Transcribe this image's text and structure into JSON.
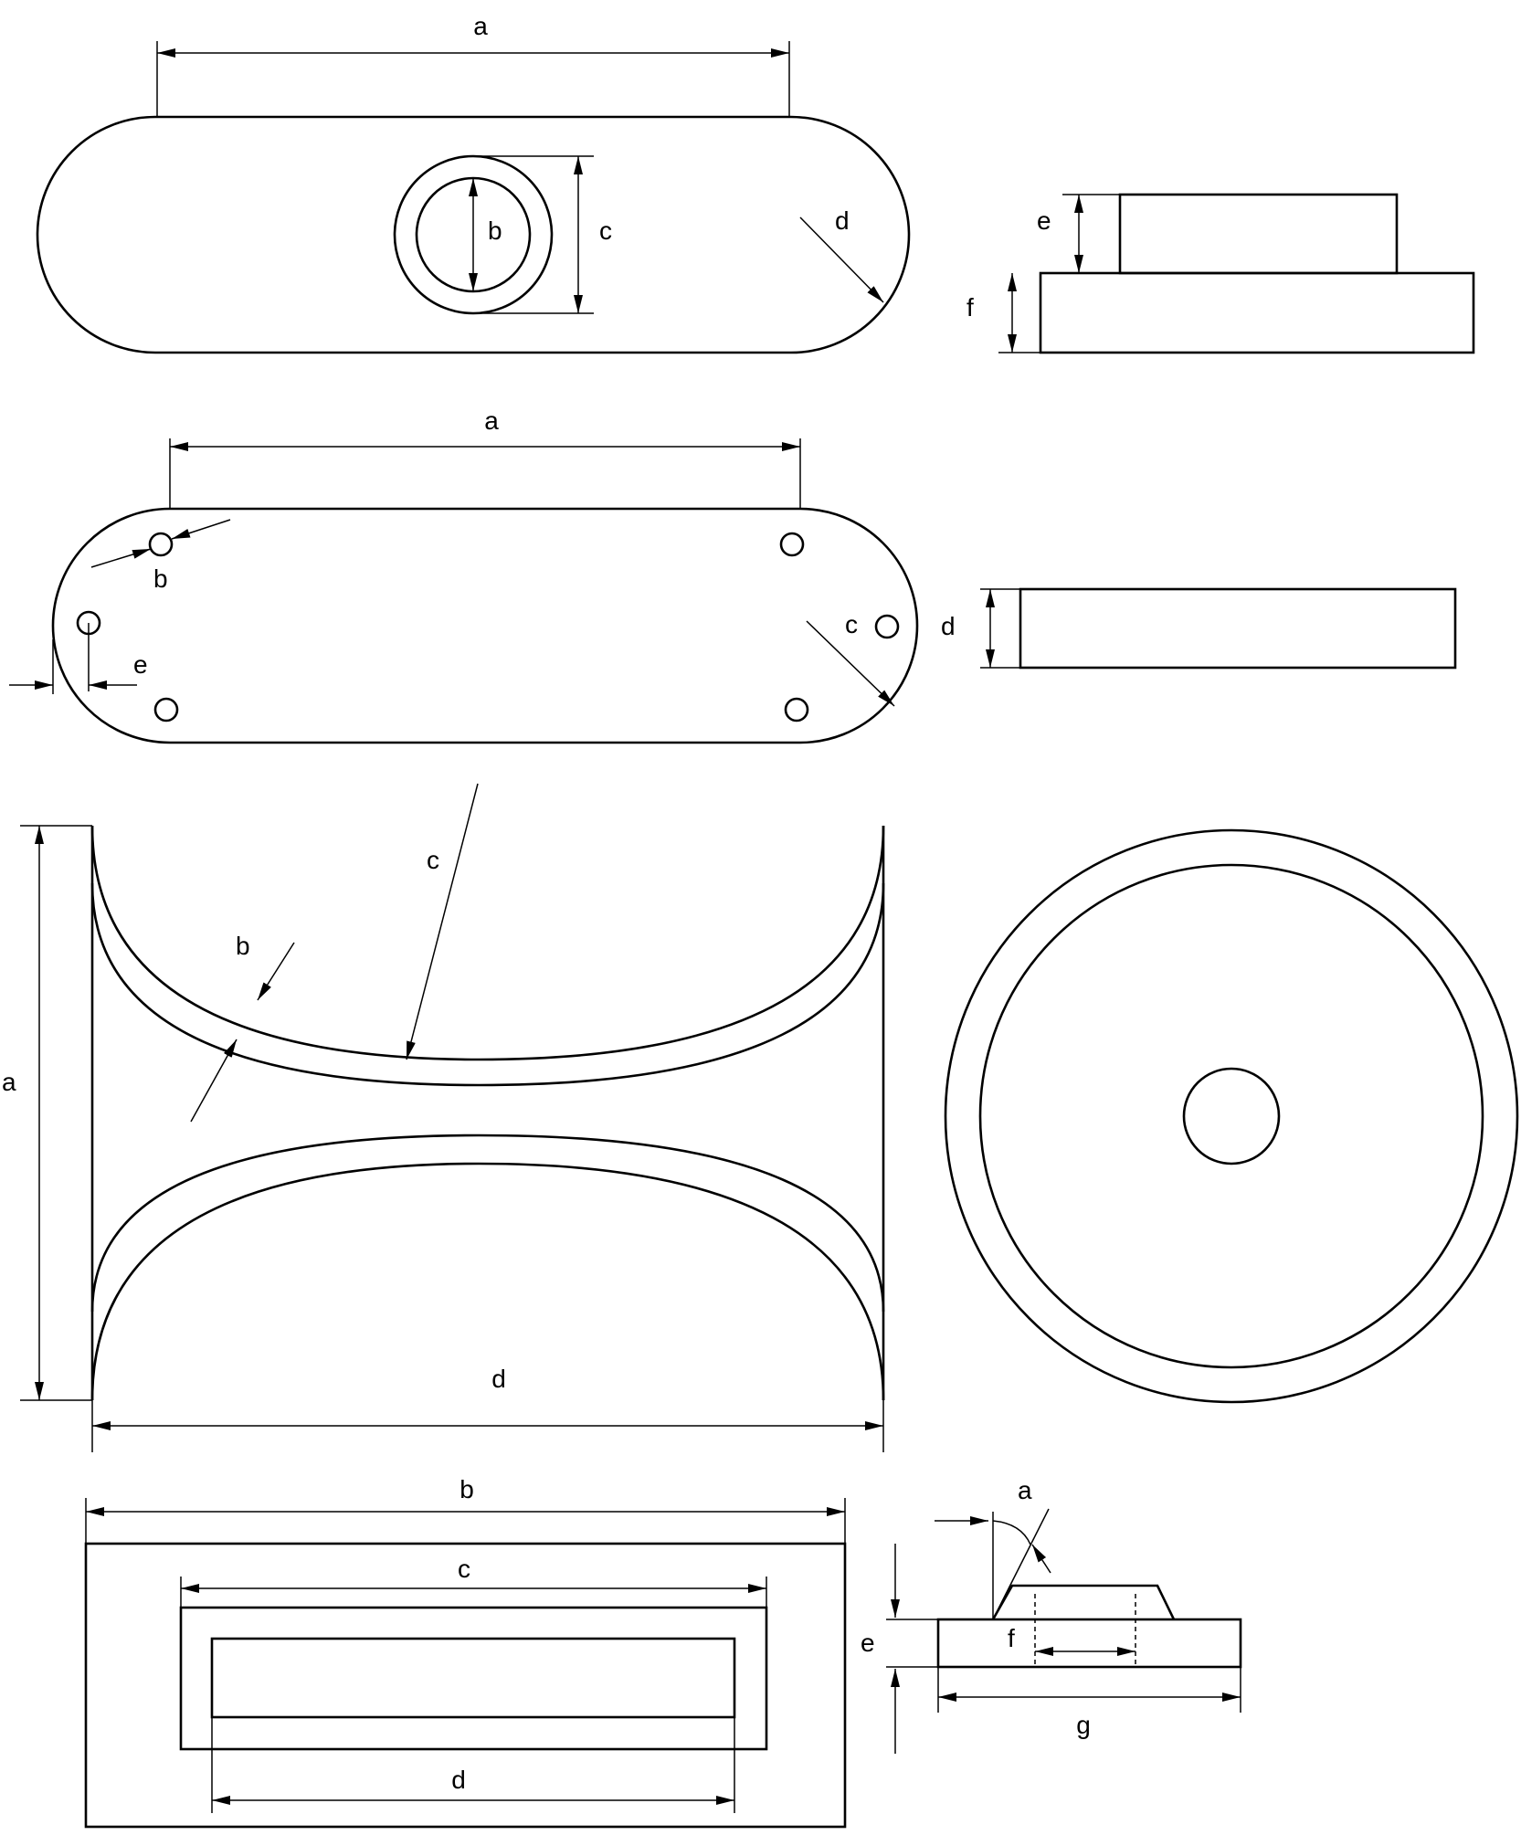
{
  "figure_1": {
    "top_view": {
      "dim_a": "a",
      "dim_b": "b",
      "dim_c": "c",
      "dim_d": "d"
    },
    "side_view": {
      "dim_e": "e",
      "dim_f": "f"
    }
  },
  "figure_2": {
    "top_view": {
      "dim_a": "a",
      "dim_b": "b",
      "dim_c": "c",
      "dim_e": "e"
    },
    "side_view": {
      "dim_d": "d"
    }
  },
  "figure_3": {
    "front_view": {
      "dim_a": "a",
      "dim_b": "b",
      "dim_c": "c",
      "dim_d": "d"
    }
  },
  "figure_4": {
    "top_view": {
      "dim_b": "b",
      "dim_c": "c",
      "dim_d": "d"
    },
    "side_view": {
      "dim_a": "a",
      "dim_e": "e",
      "dim_f": "f",
      "dim_g": "g"
    }
  }
}
